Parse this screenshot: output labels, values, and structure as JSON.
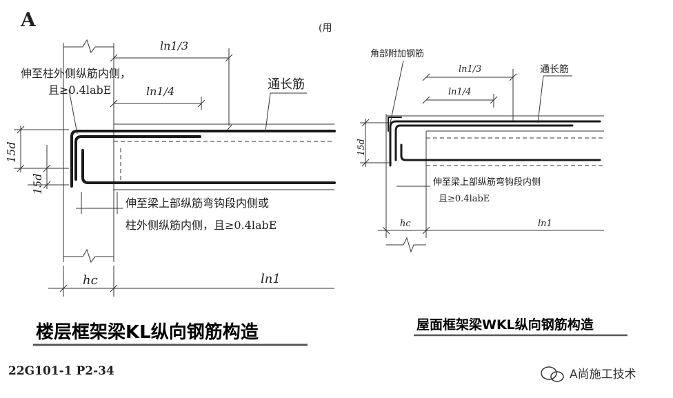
{
  "corner_letter": "A",
  "stamp": "(用",
  "left": {
    "top_ln3": "ln1/3",
    "top_ln4": "ln1/4",
    "note_top_line1": "伸至柱外侧纵筋内侧，",
    "note_top_line2": "且≥0.4labE",
    "tong_chang_jin": "通长筋",
    "dim_15d_a": "15d",
    "dim_15d_b": "15d",
    "note_mid_line1": "伸至梁上部纵筋弯钩段内侧或",
    "note_mid_line2": "柱外侧纵筋内侧，且≥0.4labE",
    "hc": "hc",
    "ln1": "ln1",
    "title": "楼层框架梁KL纵向钢筋构造"
  },
  "right": {
    "corner_extra": "角部附加钢筋",
    "top_ln3": "ln1/3",
    "top_ln4": "ln1/4",
    "tong_chang_jin": "通长筋",
    "dim_15d": "15d",
    "note_line1": "伸至梁上部纵筋弯钩段内侧",
    "note_line2": "且≥0.4labE",
    "hc": "hc",
    "ln1": "ln1",
    "title": "屋面框架梁WKL纵向钢筋构造"
  },
  "footer": {
    "code": "22G101-1 P2-34",
    "watermark": "A尚施工技术"
  },
  "colors": {
    "accent": "#d42020"
  }
}
